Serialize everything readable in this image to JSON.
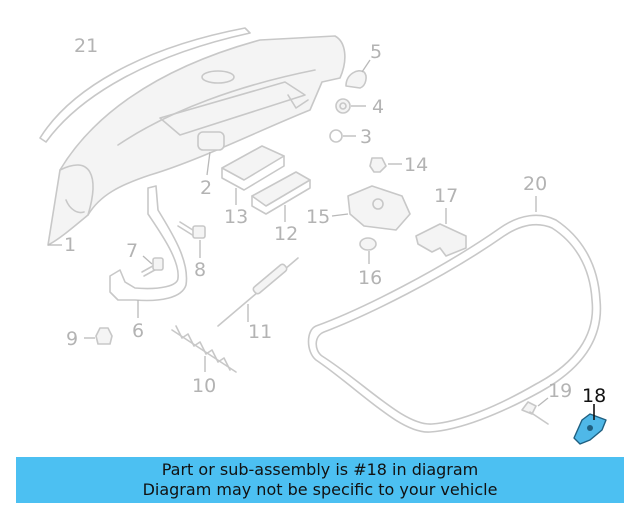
{
  "diagram": {
    "callouts": {
      "c1": "1",
      "c2": "2",
      "c4": "4",
      "c5": "5",
      "c6": "6",
      "c7": "7",
      "c8": "8",
      "c9": "9",
      "c10": "10",
      "c11": "11",
      "c12": "12",
      "c13": "13",
      "c14": "14",
      "c15": "15",
      "c16": "16",
      "c17": "17",
      "c18": "18",
      "c19": "19",
      "c20": "20",
      "c21": "21",
      "c3": "3"
    },
    "highlighted_part": "18",
    "highlight_color": "#4fb8e8"
  },
  "banner": {
    "line1": "Part or sub-assembly is #18 in diagram",
    "line2": "Diagram may not be specific to your vehicle",
    "background": "#4cc0f2"
  }
}
